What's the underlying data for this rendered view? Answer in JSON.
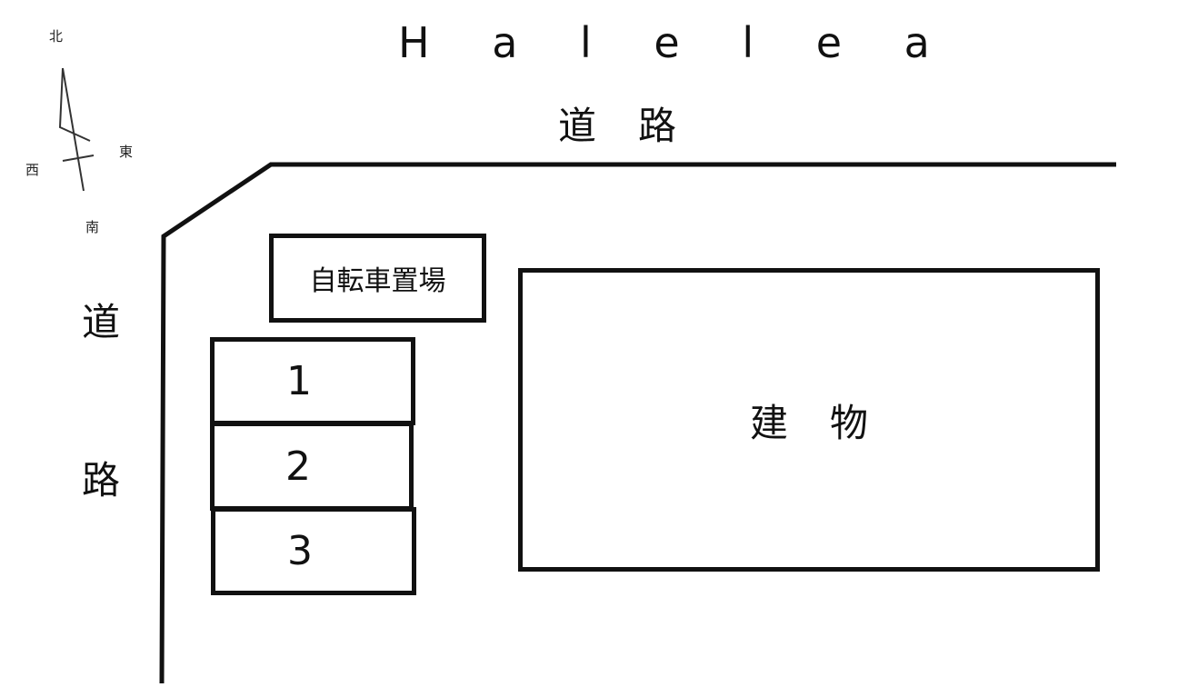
{
  "title": "H a l e l e a",
  "roads": {
    "top_label": "道路",
    "left_label_1": "道",
    "left_label_2": "路"
  },
  "compass": {
    "north": "北",
    "south": "南",
    "east": "東",
    "west": "西"
  },
  "bicycle_parking": {
    "label": "自転車置場"
  },
  "parking_spaces": [
    {
      "number": "1"
    },
    {
      "number": "2"
    },
    {
      "number": "3"
    }
  ],
  "building": {
    "label": "建物"
  },
  "colors": {
    "line": "#111111",
    "background": "#ffffff"
  }
}
